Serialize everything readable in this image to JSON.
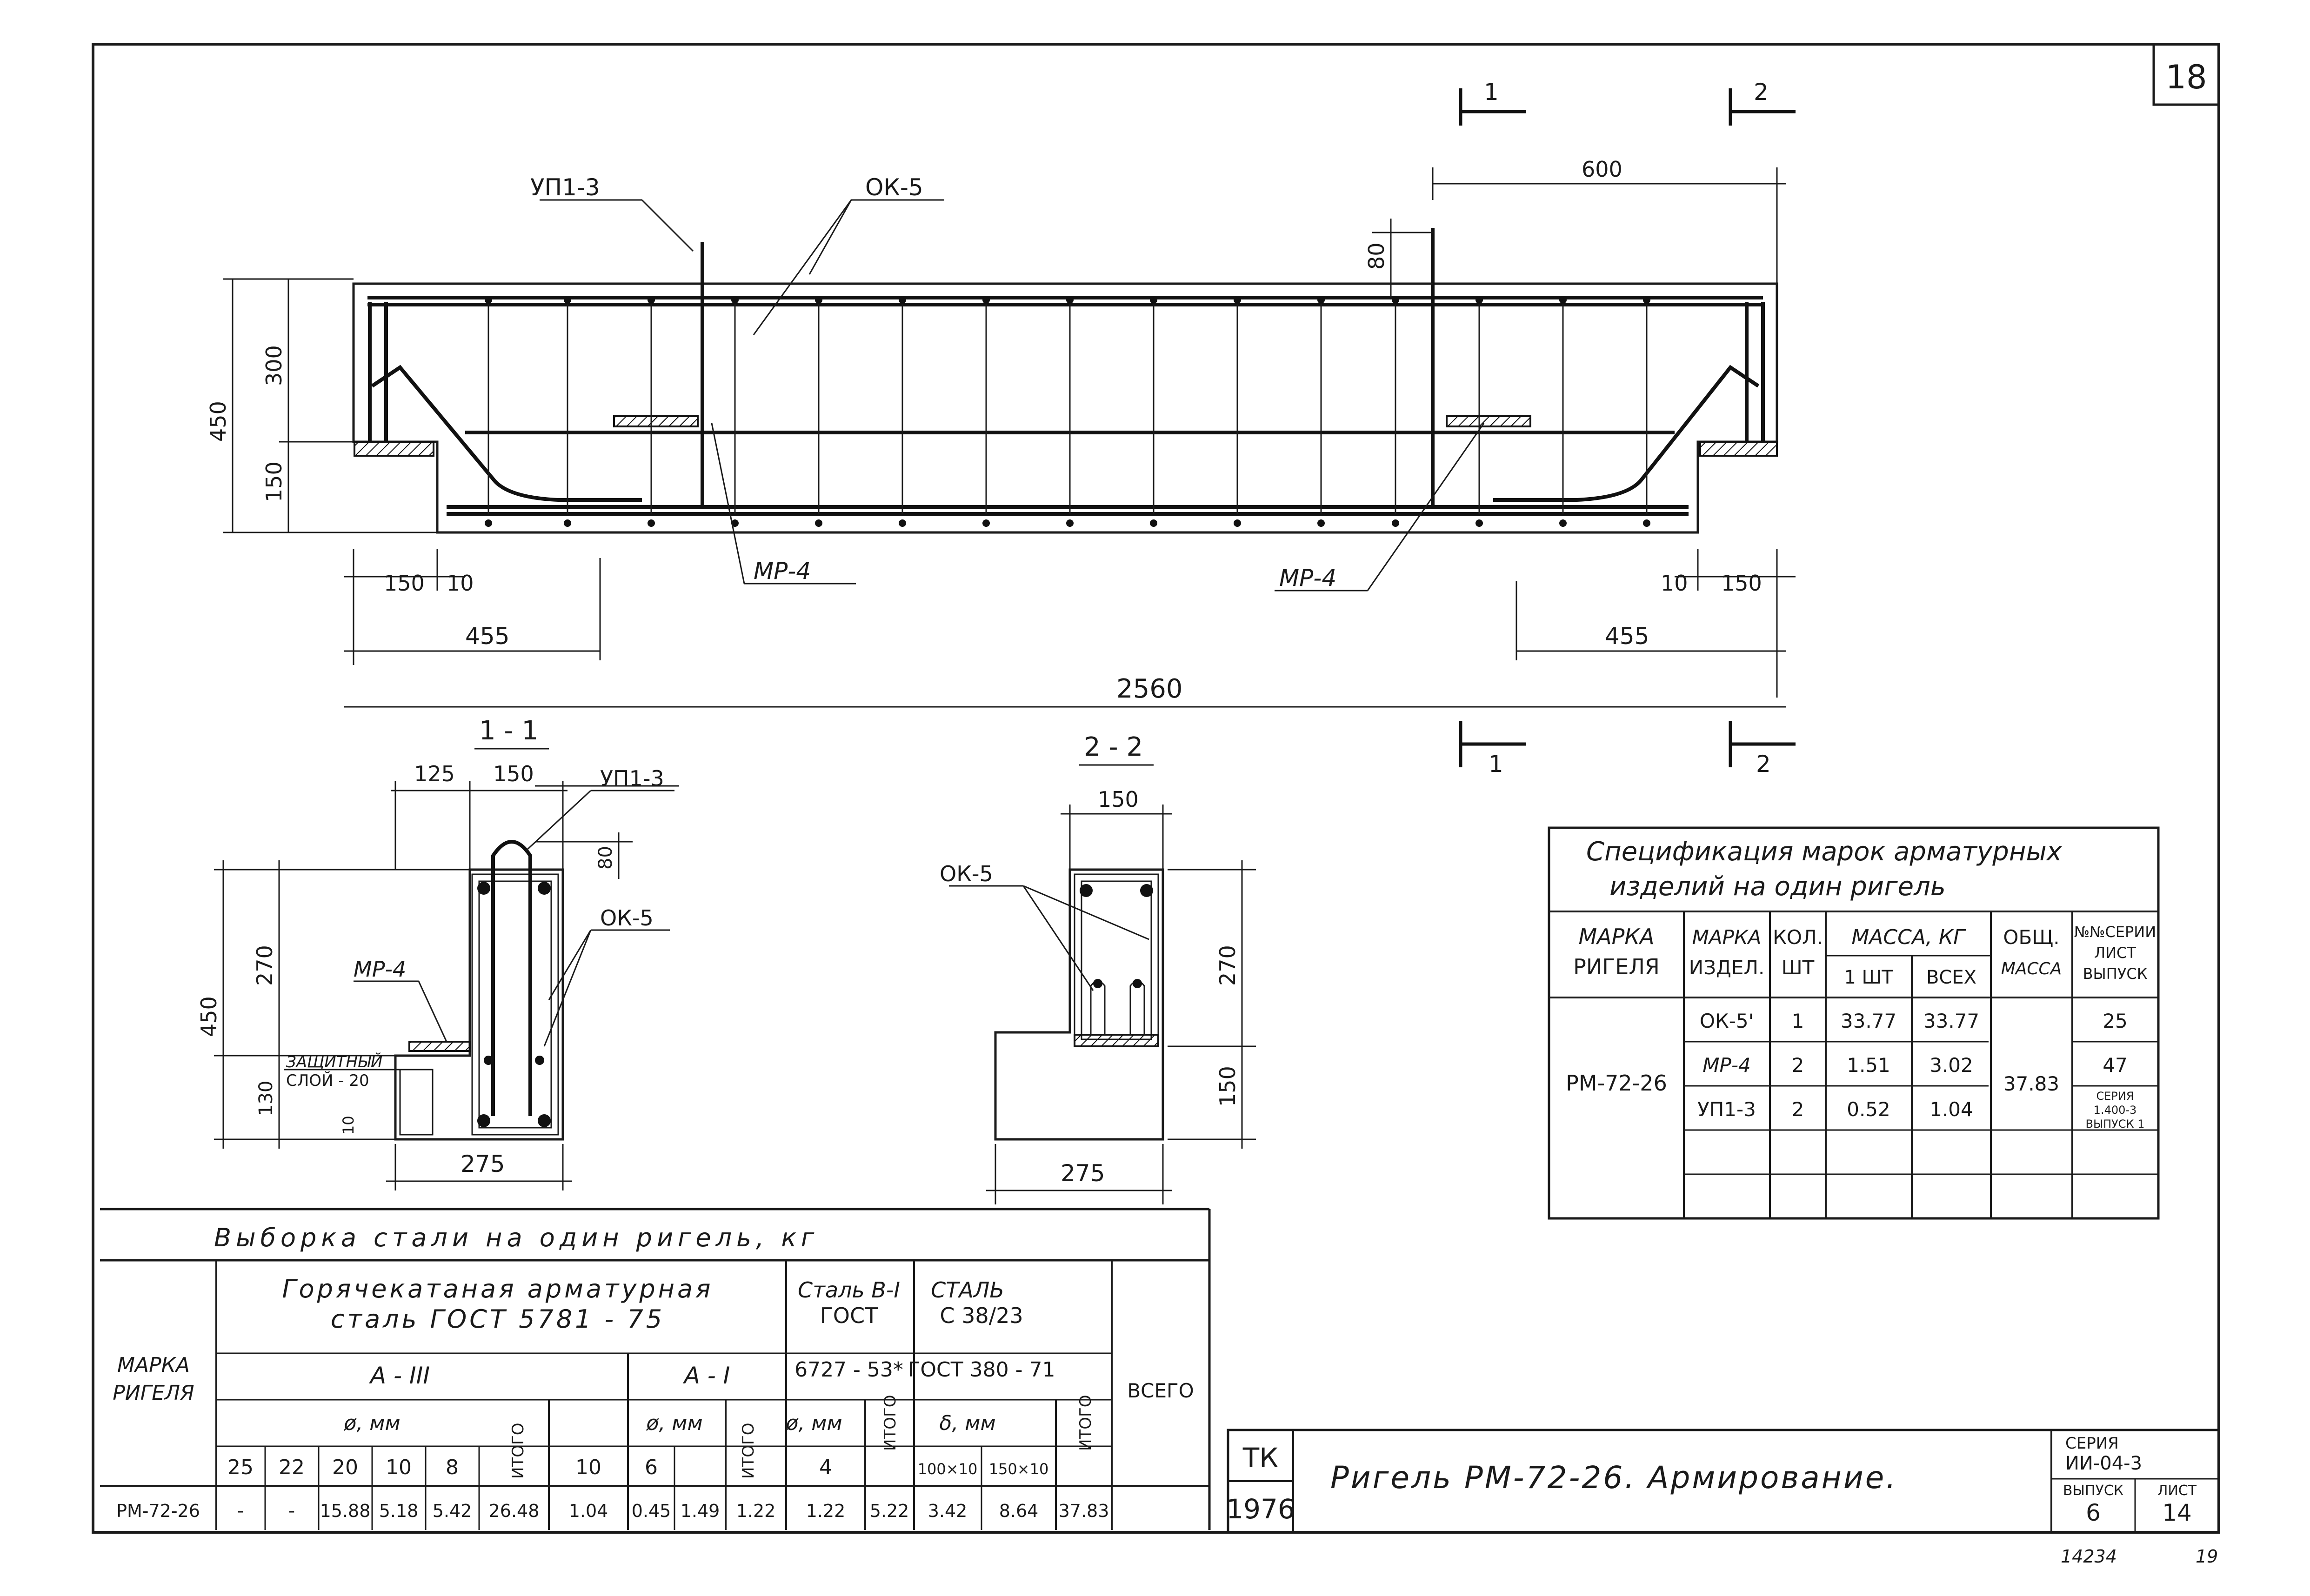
{
  "sheet_number": "18",
  "elevation": {
    "callouts": {
      "up1_3": "УП1-3",
      "ok5": "ОК-5",
      "mr4_left": "МР-4",
      "mr4_right": "МР-4"
    },
    "dims": {
      "h450": "450",
      "h300": "300",
      "h150": "150",
      "l150": "150",
      "l10": "10",
      "l455": "455",
      "r10": "10",
      "r150": "150",
      "r455": "455",
      "total2560": "2560",
      "top600": "600",
      "top80": "80"
    },
    "section_marks": [
      "1",
      "2",
      "1",
      "2"
    ]
  },
  "section_1": {
    "title": "1 - 1",
    "callouts": {
      "up1_3": "УП1-3",
      "ok5": "ОК-5",
      "mr4": "МР-4",
      "cover_line1": "ЗАЩИТНЫЙ",
      "cover_line2": "СЛОЙ - 20"
    },
    "dims": {
      "w125": "125",
      "w150": "150",
      "h80": "80",
      "h450": "450",
      "h270": "270",
      "h130": "130",
      "h10": "10",
      "w275": "275"
    }
  },
  "section_2": {
    "title": "2 - 2",
    "callouts": {
      "ok5": "ОК-5"
    },
    "dims": {
      "w150": "150",
      "h270": "270",
      "h150": "150",
      "w275": "275"
    }
  },
  "spec_table": {
    "title_line1": "Спецификация марок арматурных",
    "title_line2": "изделий на один ригель",
    "headers": {
      "mark_girder": [
        "МАРКА",
        "РИГЕЛЯ"
      ],
      "mark_item": [
        "МАРКА",
        "ИЗДЕЛ."
      ],
      "qty": [
        "КОЛ.",
        "ШТ"
      ],
      "mass": "МАССА, КГ",
      "mass_one": "1 ШТ",
      "mass_all": "ВСЕХ",
      "total": [
        "ОБЩ.",
        "МАССА"
      ],
      "series": [
        "№№СЕРИИ",
        "ЛИСТ",
        "ВЫПУСК"
      ]
    },
    "girder": "РМ-72-26",
    "total_mass": "37.83",
    "rows": [
      {
        "item": "ОК-5'",
        "qty": "1",
        "one": "33.77",
        "all": "33.77",
        "ref": "25"
      },
      {
        "item": "МР-4",
        "qty": "2",
        "one": "1.51",
        "all": "3.02",
        "ref": "47"
      },
      {
        "item": "УП1-3",
        "qty": "2",
        "one": "0.52",
        "all": "1.04",
        "ref_lines": [
          "СЕРИЯ",
          "1.400-3",
          "ВЫПУСК 1"
        ]
      }
    ]
  },
  "steel_table": {
    "title": "Выборка стали на один ригель, кг",
    "col_mark": [
      "МАРКА",
      "РИГЕЛЯ"
    ],
    "group_hot": [
      "Горячекатаная арматурная",
      "сталь ГОСТ 5781 - 75"
    ],
    "group_b1": [
      "Сталь В-I",
      "ГОСТ",
      "6727 - 53*"
    ],
    "group_c38": [
      "СТАЛЬ",
      "С 38/23",
      "ГОСТ 380 - 71"
    ],
    "class_a3": "А - III",
    "class_a1": "А - I",
    "diam": "ø, мм",
    "delta": "δ, мм",
    "total_col": "ВСЕГО",
    "itogo": "ИТОГО",
    "subcols": [
      "25",
      "22",
      "20",
      "10",
      "8",
      "",
      "10",
      "6",
      "",
      "4",
      "",
      "100×10",
      "150×10",
      "",
      ""
    ],
    "row": {
      "mark": "РМ-72-26",
      "values": [
        "-",
        "-",
        "15.88",
        "5.18",
        "5.42",
        "26.48",
        "1.04",
        "0.45",
        "1.49",
        "1.22",
        "1.22",
        "5.22",
        "3.42",
        "8.64",
        "37.83"
      ]
    }
  },
  "title_block": {
    "code": "ТК",
    "year": "1976",
    "title": "Ригель РМ-72-26. Армирование.",
    "series_label": "СЕРИЯ",
    "series_value": "ИИ-04-3",
    "issue_label": "ВЫПУСК",
    "issue_value": "6",
    "sheet_label": "ЛИСТ",
    "sheet_value": "14"
  },
  "footer": {
    "inv_number": "14234",
    "page": "19"
  }
}
